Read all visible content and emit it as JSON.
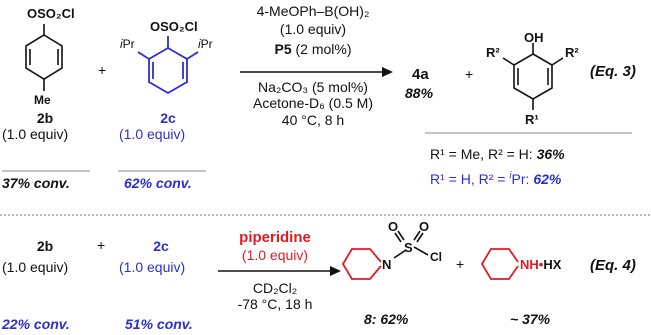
{
  "colors": {
    "black": "#111111",
    "blue": "#2a2fd4",
    "red": "#e11b22",
    "separator": "#888888"
  },
  "eq3": {
    "reagent_2b": {
      "group": "OSO₂Cl",
      "substituent": "Me",
      "label": "2b",
      "equiv": "(1.0 equiv)",
      "conversion": "37% conv."
    },
    "plus": "+",
    "reagent_2c": {
      "group": "OSO₂Cl",
      "substituent_left": "iPr",
      "substituent_right": "iPr",
      "label": "2c",
      "equiv": "(1.0 equiv)",
      "conversion": "62% conv."
    },
    "conditions": {
      "reagent": "4-MeOPh–B(OH)₂",
      "reagent_equiv": "(1.0 equiv)",
      "catalyst": "P5",
      "catalyst_loading": " (2 mol%)",
      "base": "Na₂CO₃ (5 mol%)",
      "solvent": "Acetone-D₆ (0.5 M)",
      "temp_time": "40 °C, 8 h"
    },
    "product_4a": {
      "label": "4a",
      "yield": "88%"
    },
    "phenol": {
      "oh": "OH",
      "r2_left": "R²",
      "r2_right": "R²",
      "r1": "R¹"
    },
    "result_1": {
      "text": "R¹ = Me, R² = H: ",
      "value": "36%"
    },
    "result_2": {
      "text": "R¹ = H,  R² = ",
      "ipr": "iPr: ",
      "value": "62%"
    },
    "eq_label": "(Eq. 3)"
  },
  "eq4": {
    "reagent_2b": {
      "label": "2b",
      "equiv": "(1.0 equiv)",
      "conversion": "22% conv."
    },
    "plus": "+",
    "reagent_2c": {
      "label": "2c",
      "equiv": "(1.0 equiv)",
      "conversion": "51% conv."
    },
    "conditions": {
      "reagent": "piperidine",
      "reagent_equiv": "(1.0 equiv)",
      "solvent": "CD₂Cl₂",
      "temp_time": "-78 °C, 18 h"
    },
    "product_8": {
      "n": "N",
      "s": "S",
      "o_top_left": "O",
      "o_top_right": "O",
      "cl": "Cl",
      "yield": "8: 62%"
    },
    "plus2": "+",
    "product_salt": {
      "nh": "NH",
      "dot": "•",
      "hx": "HX",
      "yield": "~ 37%"
    },
    "eq_label": "(Eq. 4)"
  }
}
